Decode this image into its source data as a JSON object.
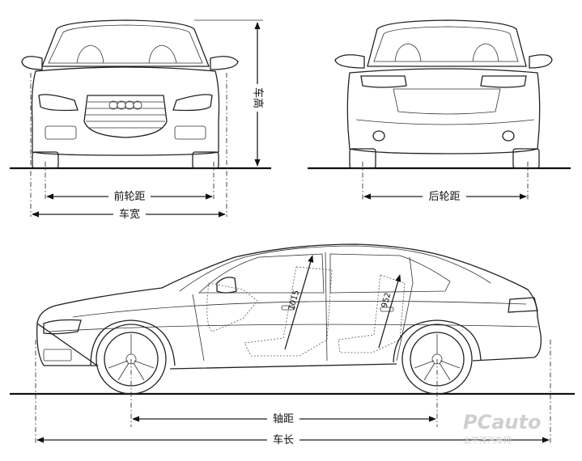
{
  "labels": {
    "height": "车高",
    "front_track": "前轮距",
    "width": "车宽",
    "rear_track": "后轮距",
    "wheelbase": "轴距",
    "length": "车长",
    "front_head": "1015",
    "rear_head": "952"
  },
  "watermark": {
    "brand": "PCauto",
    "sub": "太平洋汽车网"
  }
}
